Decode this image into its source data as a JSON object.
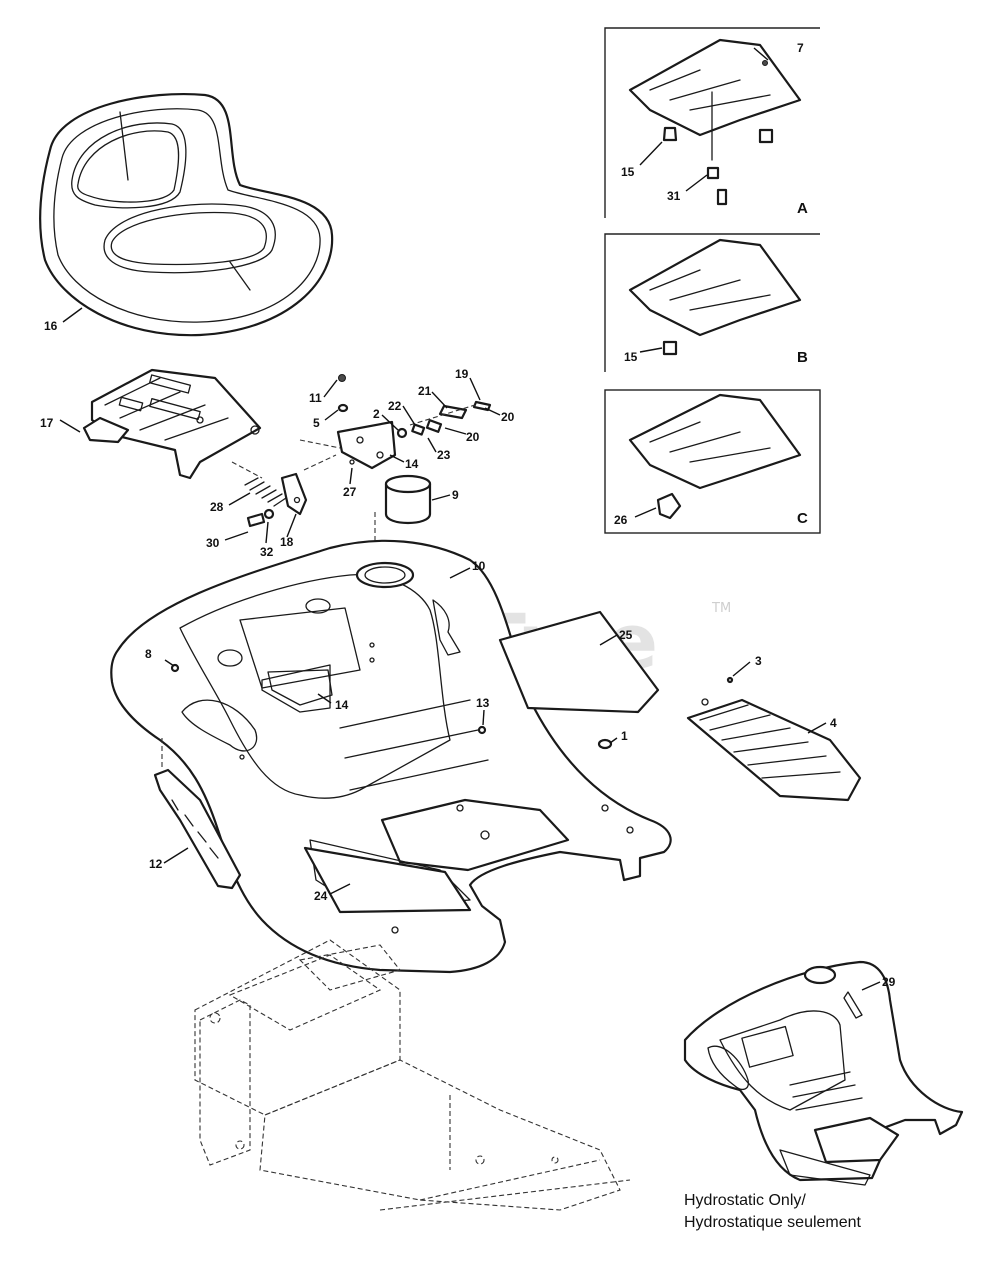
{
  "watermark": {
    "text": "PartsTree",
    "trademark": "TM"
  },
  "panels": [
    {
      "letter": "A",
      "callouts": [
        "7",
        "15",
        "31"
      ]
    },
    {
      "letter": "B",
      "callouts": [
        "15"
      ]
    },
    {
      "letter": "C",
      "callouts": [
        "26"
      ]
    }
  ],
  "callouts": {
    "c1": "1",
    "c2": "2",
    "c3": "3",
    "c4": "4",
    "c5": "5",
    "c7": "7",
    "c8": "8",
    "c9": "9",
    "c10": "10",
    "c11": "11",
    "c12": "12",
    "c13": "13",
    "c14a": "14",
    "c14b": "14",
    "c15a": "15",
    "c15b": "15",
    "c16": "16",
    "c17": "17",
    "c18": "18",
    "c19": "19",
    "c20a": "20",
    "c20b": "20",
    "c21": "21",
    "c22": "22",
    "c23": "23",
    "c24": "24",
    "c25": "25",
    "c26": "26",
    "c27": "27",
    "c28": "28",
    "c29": "29",
    "c30": "30",
    "c31": "31",
    "c32": "32"
  },
  "note": {
    "line1": "Hydrostatic Only/",
    "line2": "Hydrostatique seulement"
  }
}
